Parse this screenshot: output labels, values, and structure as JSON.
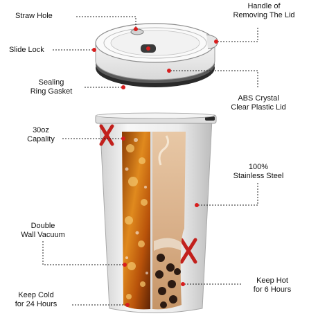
{
  "labels": {
    "straw_hole": "Straw Hole",
    "handle_line1": "Handle of",
    "handle_line2": "Removing The Lid",
    "slide_lock": "Slide Lock",
    "sealing_line1": "Sealing",
    "sealing_line2": "Ring Gasket",
    "abs_line1": "ABS Crystal",
    "abs_line2": "Clear Plastic Lid",
    "capacity_line1": "30oz",
    "capacity_line2": "Capality",
    "steel_line1": "100%",
    "steel_line2": "Stainless Steel",
    "wall_line1": "Double",
    "wall_line2": "Wall Vacuum",
    "hot_line1": "Keep Hot",
    "hot_line2": "for 6 Hours",
    "cold_line1": "Keep Cold",
    "cold_line2": "for 24 Hours"
  },
  "colors": {
    "marker": "#d81e1e",
    "line": "#222222",
    "steel": "#e9e9e9",
    "iced_tea": "#c46a10",
    "milk_tea": "#d9b08a"
  }
}
